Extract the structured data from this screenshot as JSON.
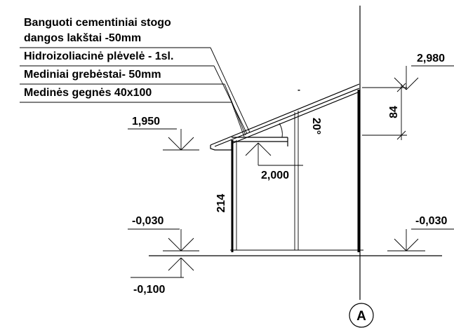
{
  "layer_labels": [
    "Banguoti cementiniai stogo",
    "dangos lakštai -50mm",
    "Hidroizoliacinė plėvelė - 1sl.",
    "Mediniai grebėstai- 50mm",
    "Medinės gegnės 40x100"
  ],
  "elevations": {
    "eave": "1,950",
    "ridge": "2,980",
    "inner_top": "2,000",
    "floor_left": "-0,030",
    "floor_right": "-0,030",
    "ground": "-0,100"
  },
  "dimensions": {
    "wall_height": "214",
    "rise": "84",
    "roof_angle": "20°"
  },
  "axis_marker": "A",
  "dash_mark": "-"
}
